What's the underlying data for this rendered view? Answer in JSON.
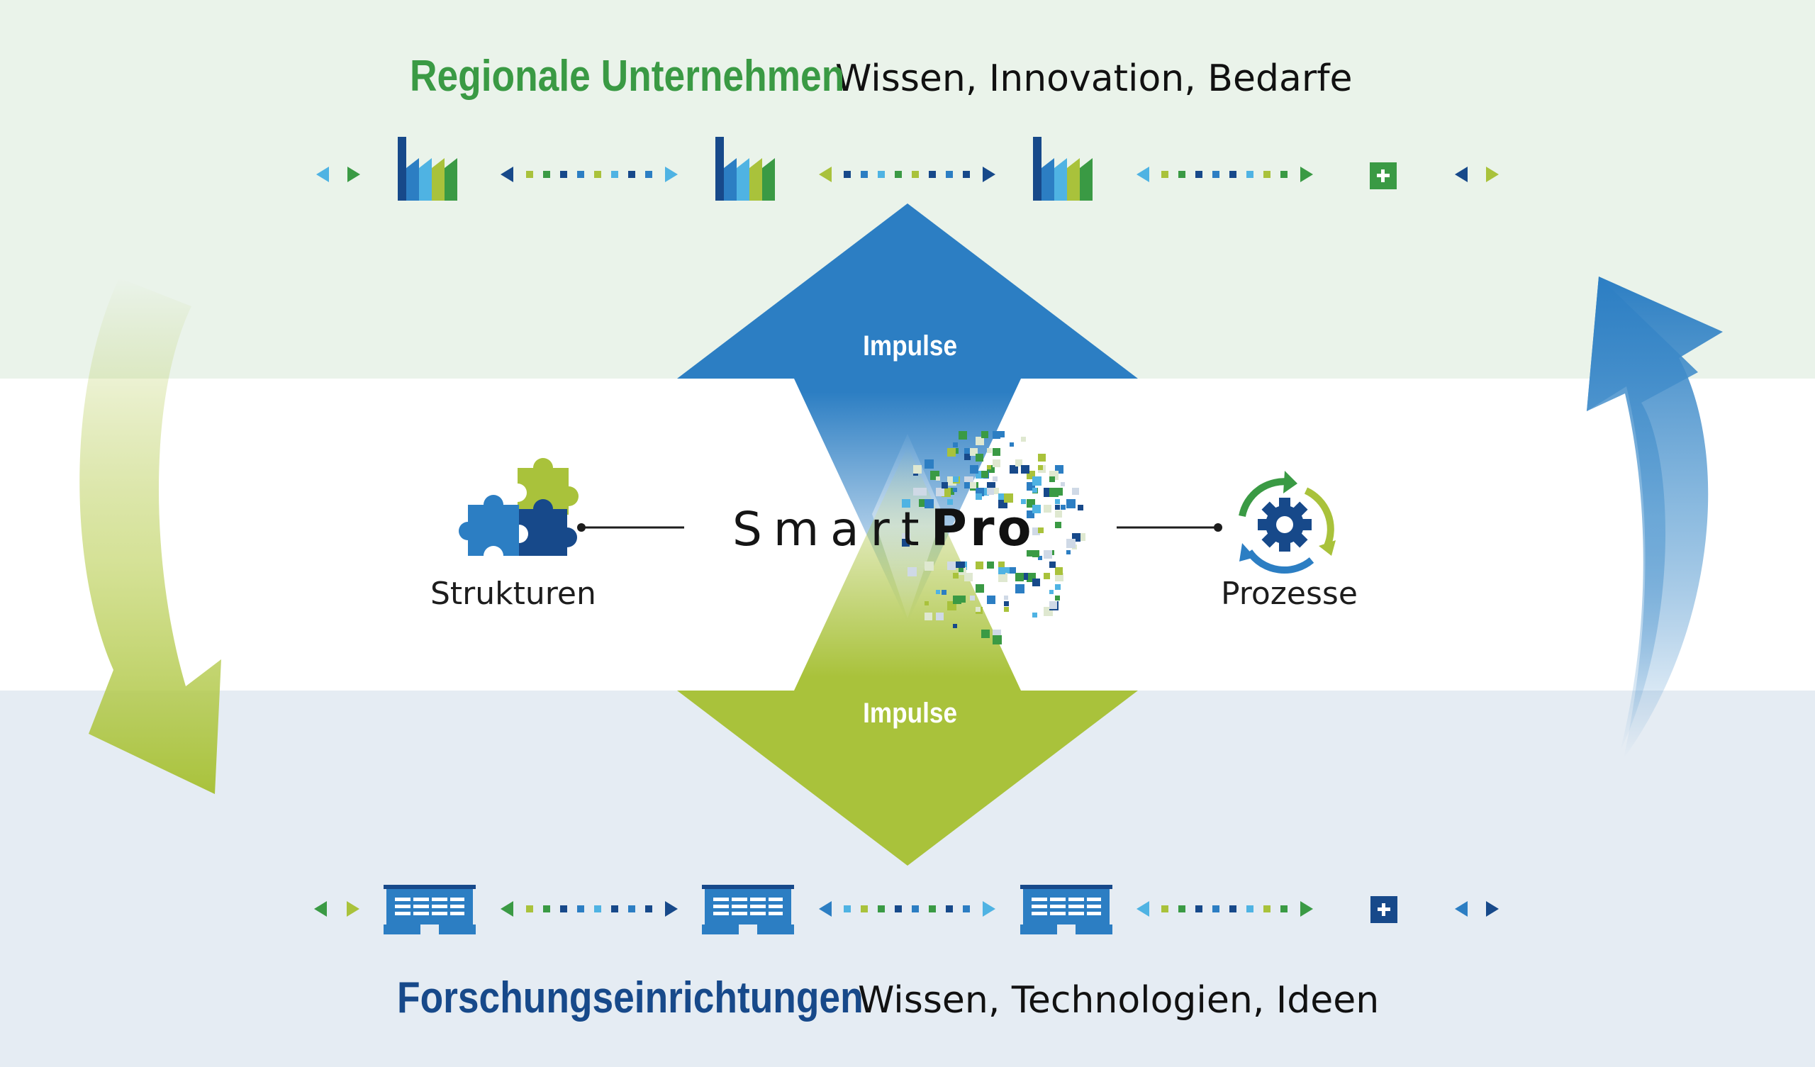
{
  "top_section": {
    "title": "Regionale Unternehmen",
    "subtitle": "Wissen, Innovation, Bedarfe",
    "node_icon": "factory-icon",
    "more_icon": "plus-icon"
  },
  "bottom_section": {
    "title": "Forschungseinrichtungen",
    "subtitle": "Wissen, Technologien, Ideen",
    "node_icon": "building-icon",
    "more_icon": "plus-icon"
  },
  "center": {
    "logo_light": "Smart",
    "logo_bold": "Pro",
    "left_label": "Strukturen",
    "left_icon": "puzzle-icon",
    "right_label": "Prozesse",
    "right_icon": "gear-cycle-icon"
  },
  "impulse_up": "Impulse",
  "impulse_down": "Impulse",
  "colors": {
    "green": "#3a9a44",
    "lime": "#a9c23b",
    "blue": "#2f7fc1",
    "navy": "#17498a",
    "light_blue": "#4fb3e3",
    "top_band": "#eaf3ea",
    "bottom_band": "#e5ecf3"
  }
}
